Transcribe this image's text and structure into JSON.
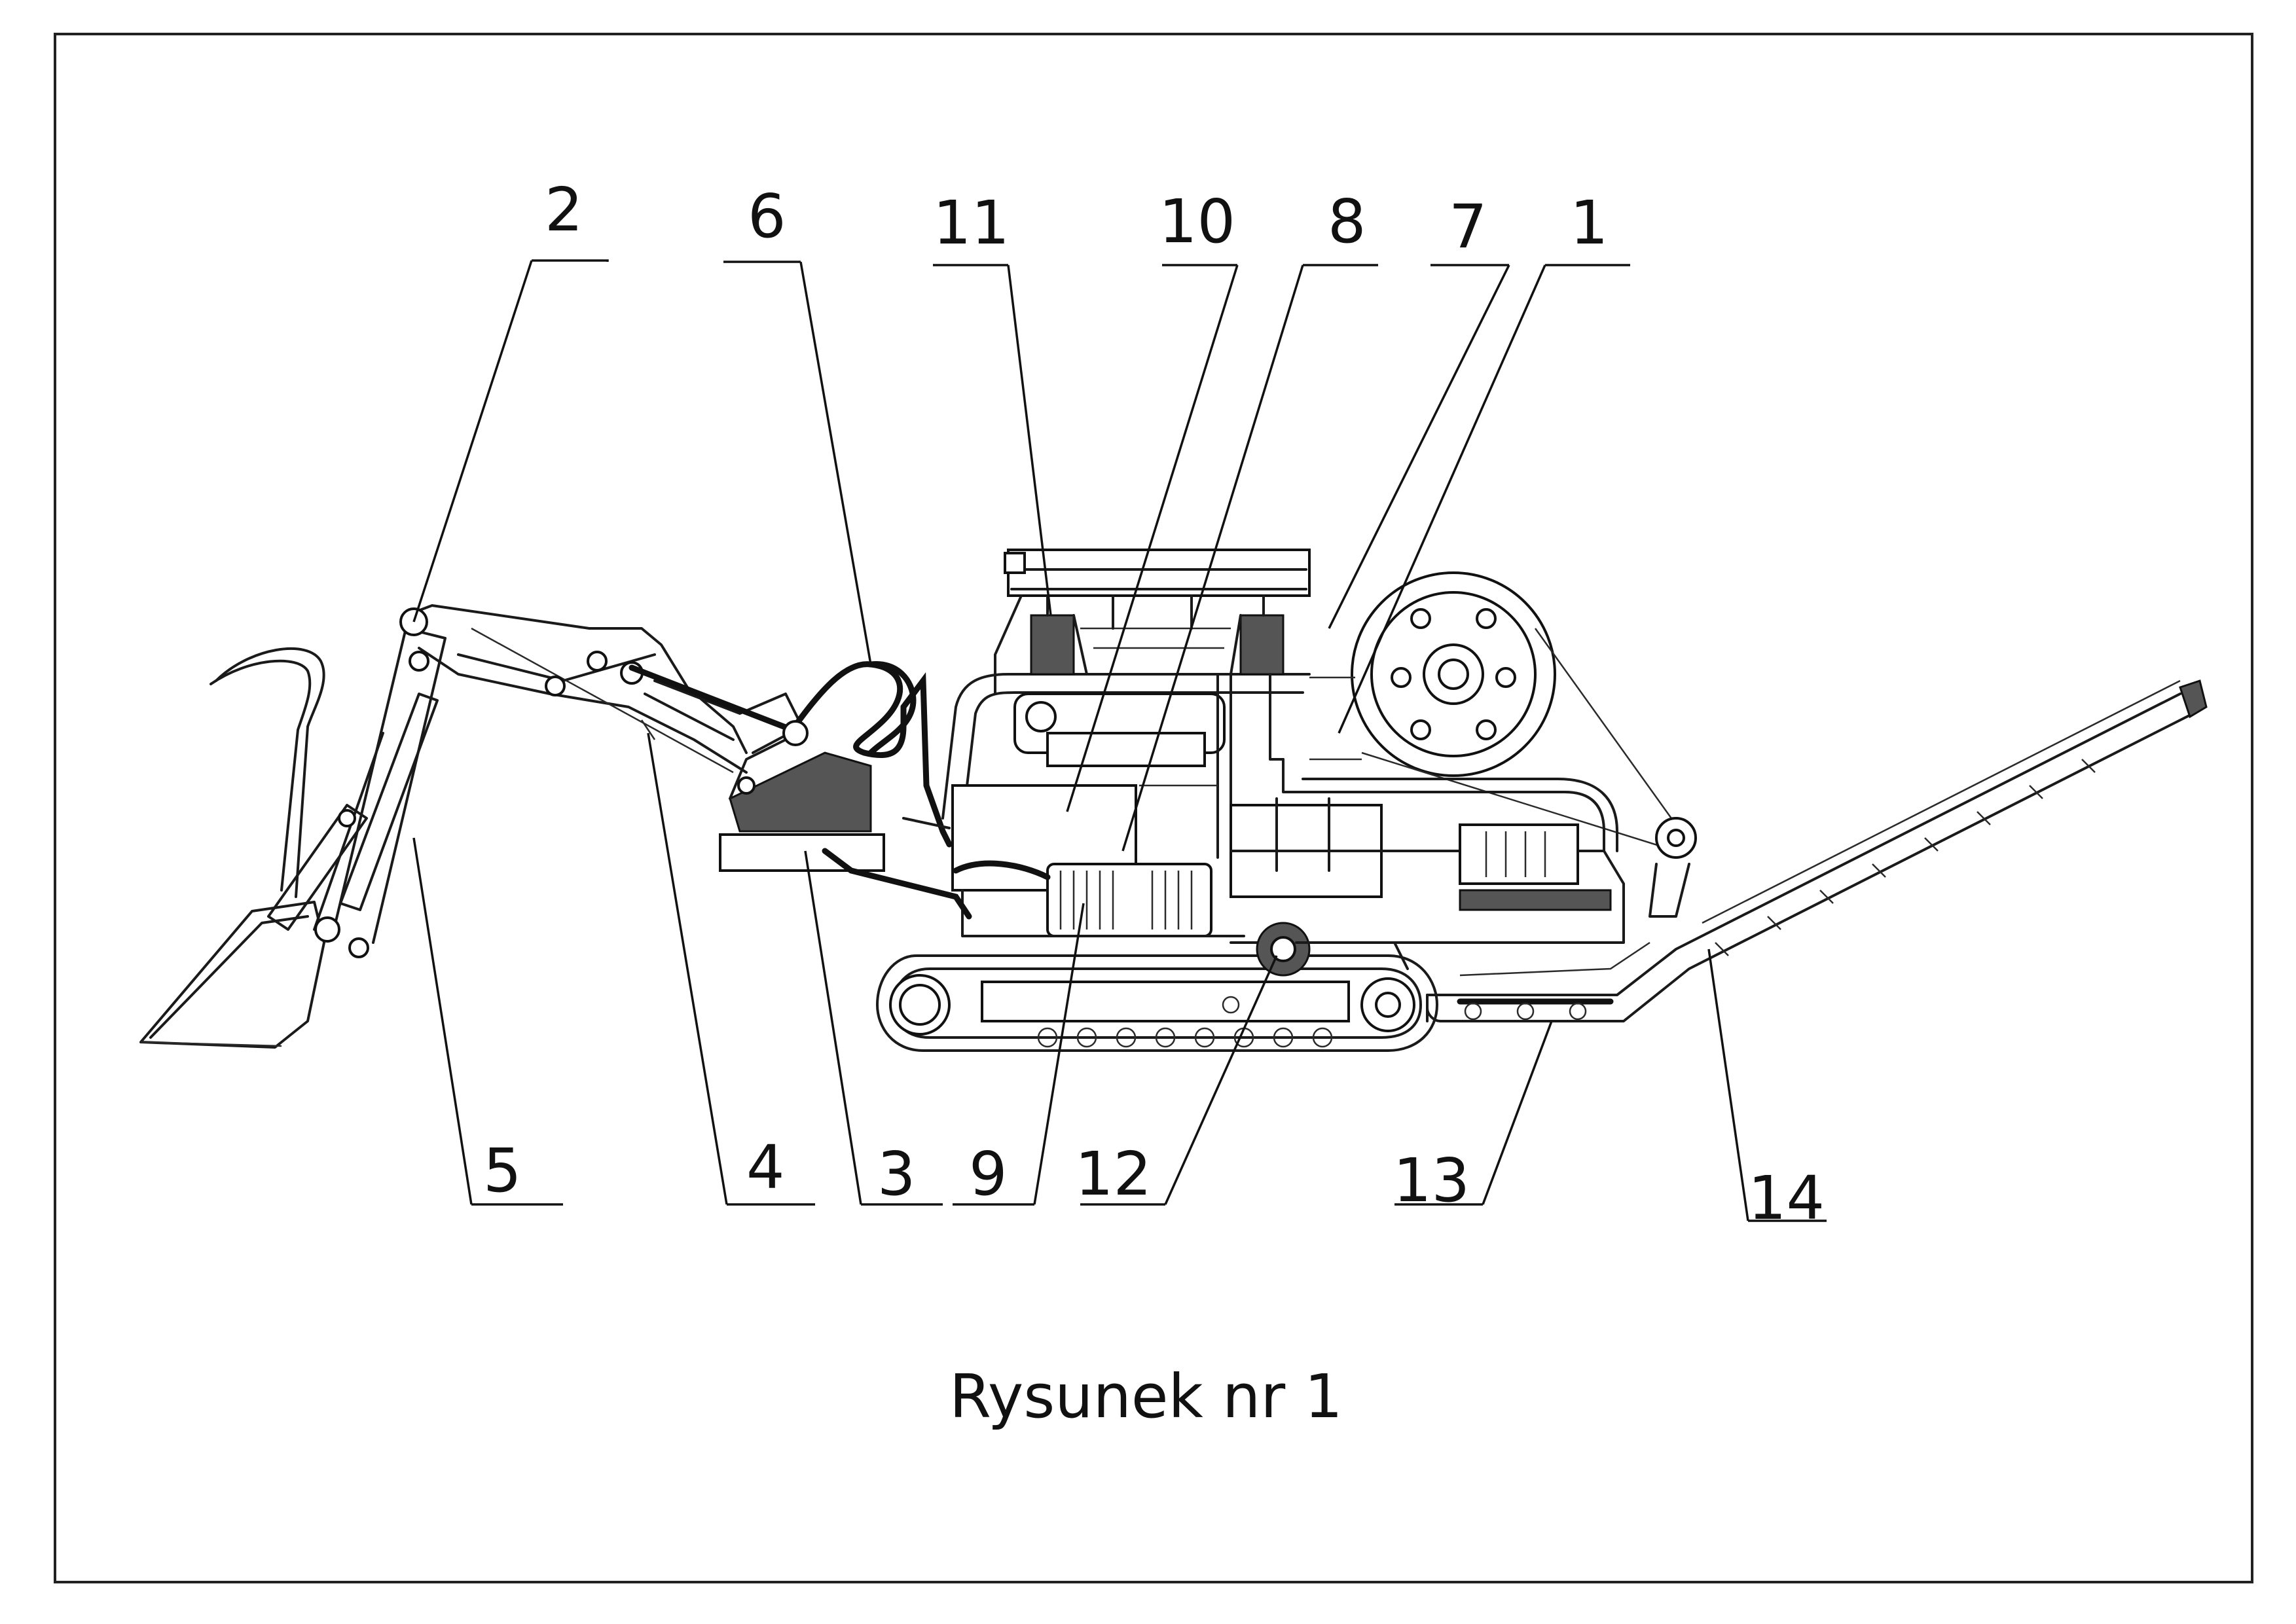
{
  "caption": "Rysunek nr 1",
  "labels": {
    "l1": "1",
    "l2": "2",
    "l3": "3",
    "l4": "4",
    "l5": "5",
    "l6": "6",
    "l7": "7",
    "l8": "8",
    "l9": "9",
    "l10": "10",
    "l11": "11",
    "l12": "12",
    "l13": "13",
    "l14": "14"
  },
  "colors": {
    "ink": "#111111",
    "paper": "#ffffff"
  }
}
